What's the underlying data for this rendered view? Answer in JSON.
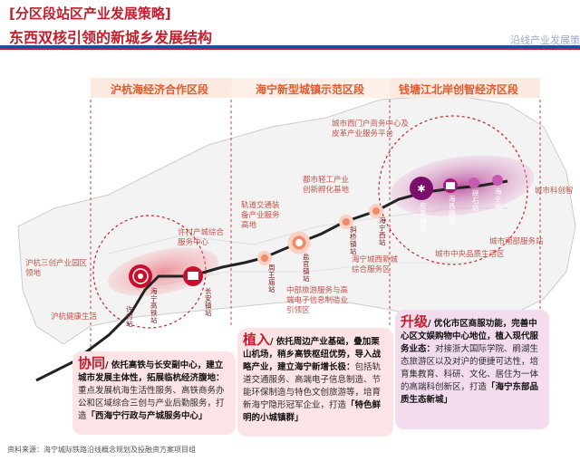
{
  "header": {
    "section_title": "[分区段站区产业发展策略]",
    "subtitle": "东西双核引领的新城乡发展结构",
    "right_title": "沿线产业发展策"
  },
  "zones": {
    "west": "沪杭海经济合作区段",
    "middle": "海宁新型城镇示范区段",
    "east": "钱塘江北岸创智经济区段"
  },
  "map_labels": {
    "sh_hangzhou": "沪杭三创产业园区\n领地",
    "xuchang": "许村产城综合\n服务中心",
    "jiangbei": "沪杭健康生活",
    "rail": "轨道交通装\n备产业服务\n高地",
    "light_industry": "都市轻工产业\n创新孵化基地",
    "gate_business": "城市西门户商务中心及\n皮革产业服务平台",
    "west_new": "海宁城西新城\n综合服务区",
    "central": "中部旅游服务与高\n端电子信息制造业\n引领区",
    "south_service": "城市南部服务站",
    "quality_life": "城市中央品质生活区",
    "east_tech": "城市科创智",
    "kechuang": "科创"
  },
  "stations": [
    {
      "name": "长安镇站",
      "icon": "train-icon"
    },
    {
      "name": "许村站",
      "icon": "target-icon"
    },
    {
      "name": "海宁高铁站",
      "icon": "target-icon"
    },
    {
      "name": "周王庙站",
      "icon": "circle-icon"
    },
    {
      "name": "盐官镇站",
      "icon": "target-icon"
    },
    {
      "name": "斜桥镇站",
      "icon": "circle-icon"
    },
    {
      "name": "海宁西站",
      "icon": "circle-icon"
    },
    {
      "name": "皮革城站",
      "icon": "star-icon"
    },
    {
      "name": "海昌路站",
      "icon": "train-icon"
    },
    {
      "name": "硖石站",
      "icon": "circle-icon"
    },
    {
      "name": "海宁站",
      "icon": "circle-icon"
    },
    {
      "name": "新港站",
      "icon": "circle-icon"
    }
  ],
  "boxes": {
    "xietong": {
      "title": "协同",
      "body_bold": "/ 依托高铁与长安副中心，建立城市发展主体性，拓展临杭经济腹地：",
      "body": "重点发展杭海生活性服务、高铁商务办公和区域综合三创与产业后勤服务，打造",
      "highlight": "「西海宁行政与产城服务中心」"
    },
    "zhiru": {
      "title": "植入",
      "body_bold": "/ 依托周边产业基础，叠加栗山机场，稍乡高铁枢纽优势，导入战略产业，建立海宁新增长极：",
      "body": "包括轨道交通服务、高端电子信息制造、节能环保制造与特色文创旅游等，培育新海宁隐形冠军企业，打造",
      "highlight": "「特色鲜明的小城镇群」"
    },
    "shengji": {
      "title": "升级",
      "body_bold": "/ 优化市区商服功能，完善中心区文娱购物中心地位，植入现代服务业态：",
      "body": "对接浙大国际学院、鹃湖生态旅游区以及对沪的便捷可达性，培育集教育、科研、文化、居住为一体的高端科创新区，打造",
      "highlight": "「海宁东部品质生态新城」"
    }
  },
  "source": "资料来源：海宁城际铁路沿线概念规划及投融资方案项目组"
}
